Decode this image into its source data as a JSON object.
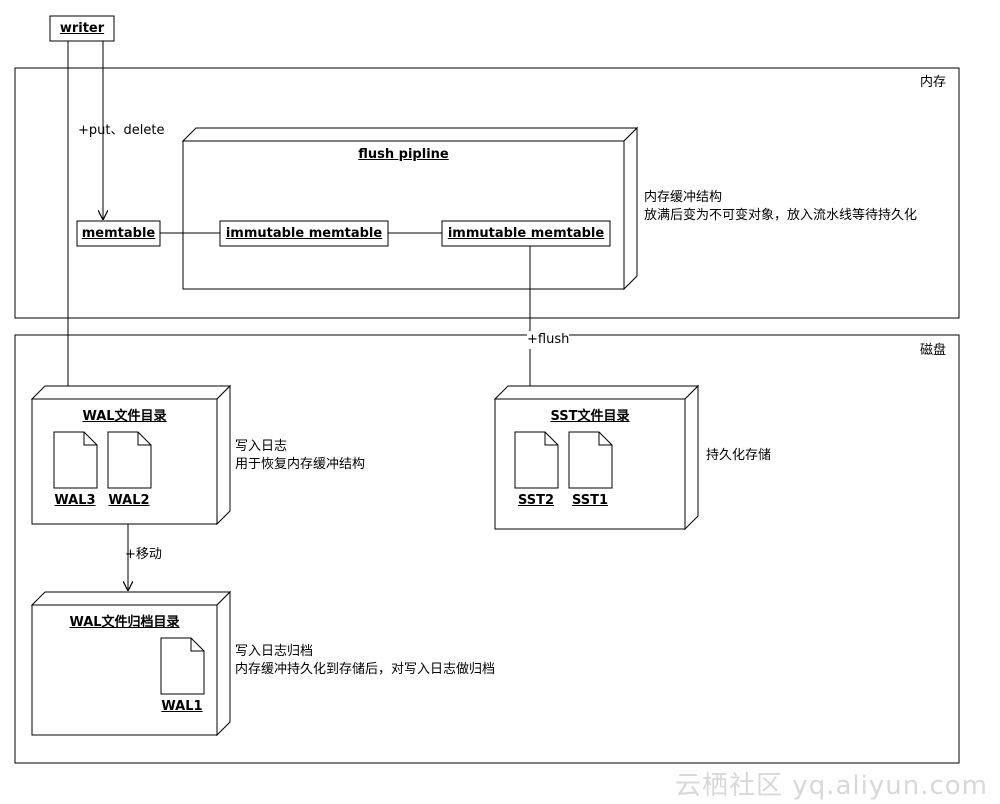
{
  "writer": {
    "label": "writer"
  },
  "regions": {
    "memory": {
      "label": "内存"
    },
    "disk": {
      "label": "磁盘"
    }
  },
  "nodes": {
    "flush_pipeline": {
      "title": "flush pipline"
    },
    "memtable": {
      "label": "memtable"
    },
    "immutable_1": {
      "label": "immutable memtable"
    },
    "immutable_2": {
      "label": "immutable memtable"
    },
    "wal_dir": {
      "title": "WAL文件目录",
      "files": [
        "WAL3",
        "WAL2"
      ]
    },
    "sst_dir": {
      "title": "SST文件目录",
      "files": [
        "SST2",
        "SST1"
      ]
    },
    "wal_archive": {
      "title": "WAL文件归档目录",
      "files": [
        "WAL1"
      ]
    }
  },
  "edges": {
    "put_delete": "+put、delete",
    "flush": "+flush",
    "move": "+移动"
  },
  "notes": {
    "memory_buffer": "内存缓冲结构\n放满后变为不可变对象，放入流水线等待持久化",
    "wal": "写入日志\n用于恢复内存缓冲结构",
    "sst": "持久化存储",
    "wal_archive": "写入日志归档\n内存缓冲持久化到存储后，对写入日志做归档"
  },
  "watermark": "云栖社区 yq.aliyun.com"
}
